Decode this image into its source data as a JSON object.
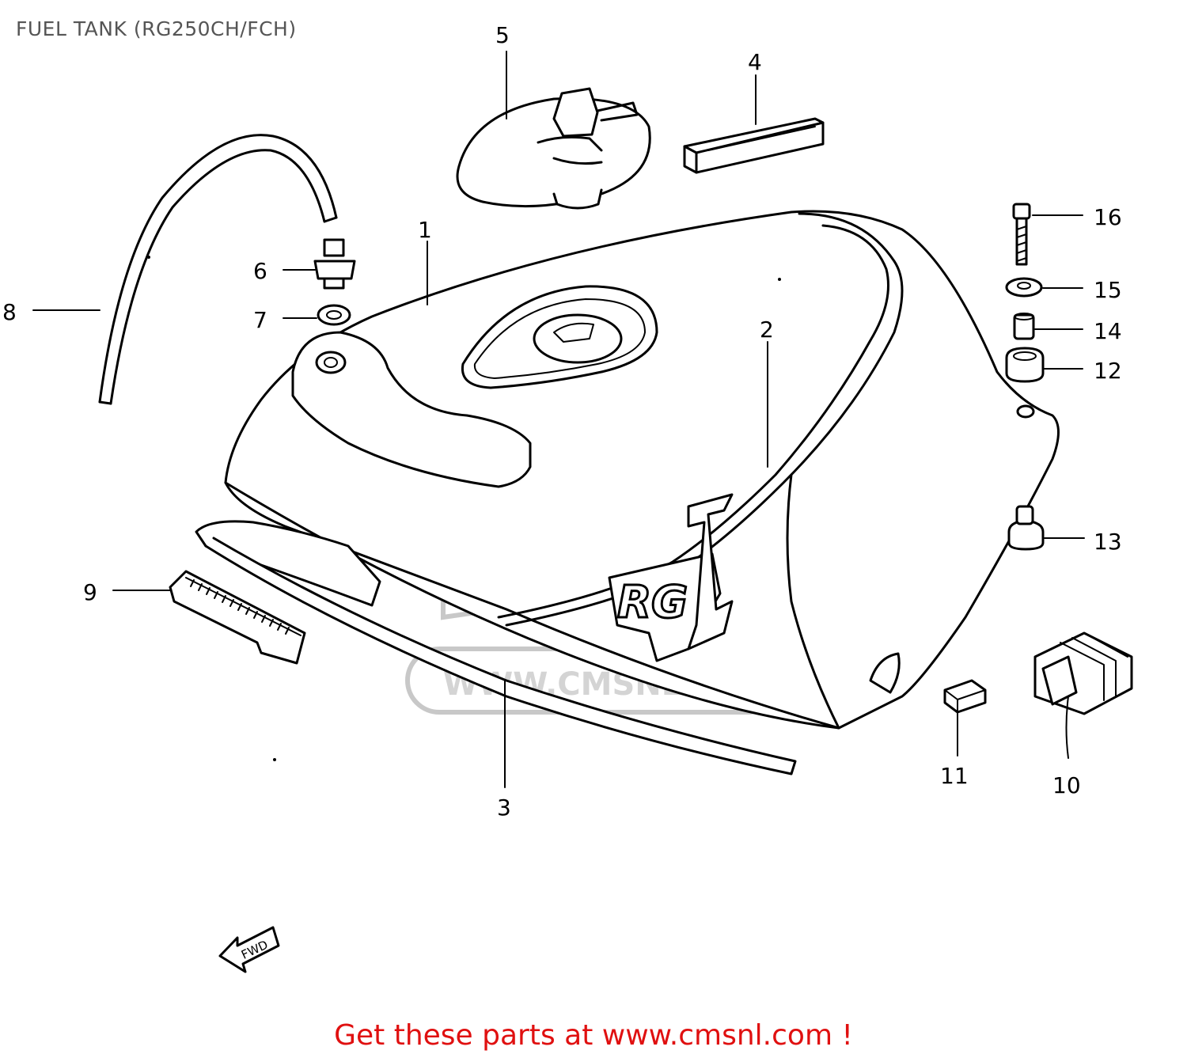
{
  "title": "FUEL TANK (RG250CH/FCH)",
  "callouts": {
    "c1": "1",
    "c2": "2",
    "c3": "3",
    "c4": "4",
    "c5": "5",
    "c6": "6",
    "c7": "7",
    "c8": "8",
    "c9": "9",
    "c10": "10",
    "c11": "11",
    "c12": "12",
    "c13": "13",
    "c14": "14",
    "c15": "15",
    "c16": "16"
  },
  "tank_emblem": "RG",
  "direction_arrow_text": "FWD",
  "watermark": {
    "logo_text": "CMS",
    "site_text": "WWW.CMSNL.COM"
  },
  "footer_cta": "Get these parts at www.cmsnl.com !",
  "colors": {
    "footer_text": "#e01010",
    "title_text": "#555555",
    "line_art": "#000000"
  }
}
